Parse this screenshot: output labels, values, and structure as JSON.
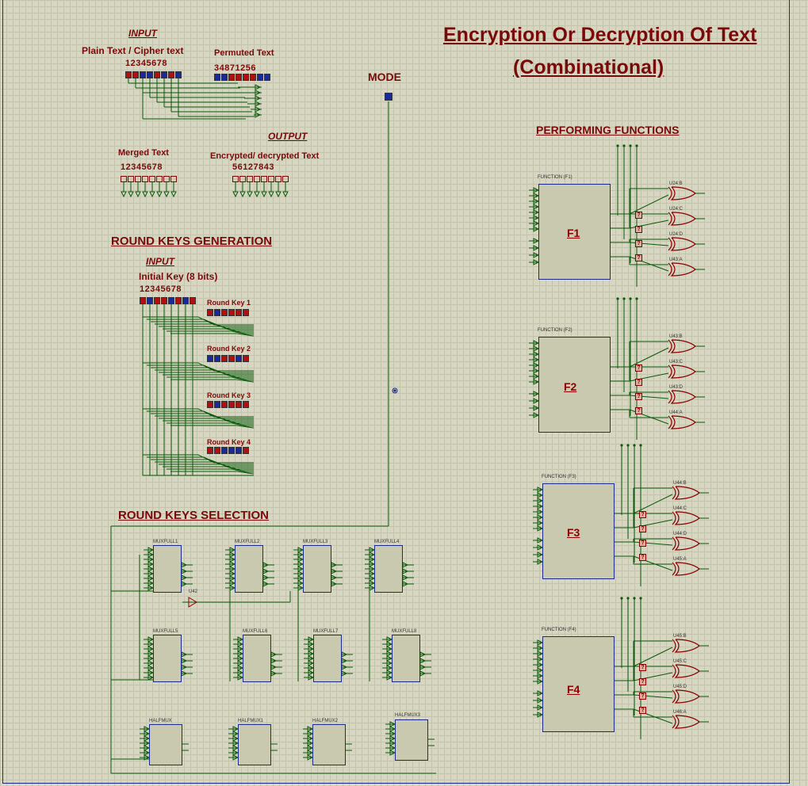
{
  "title": {
    "line1": "Encryption Or Decryption Of Text",
    "line2": "(Combinational)"
  },
  "input_section": {
    "heading": "INPUT",
    "plain_label": "Plain Text / Cipher text",
    "plain_digits": "12345678",
    "permuted_label": "Permuted Text",
    "permuted_digits": "34871256"
  },
  "output_section": {
    "heading": "OUTPUT",
    "merged_label": "Merged Text",
    "merged_digits": "12345678",
    "encrypted_label": "Encrypted/ decrypted Text",
    "encrypted_digits": "56127843"
  },
  "mode": {
    "label": "MODE"
  },
  "round_keys_generation": {
    "heading": "ROUND KEYS GENERATION",
    "input_heading": "INPUT",
    "initial_key_label": "Initial Key (8 bits)",
    "key_digits": "12345678",
    "round_keys": [
      "Round Key 1",
      "Round Key 2",
      "Round Key 3",
      "Round Key 4"
    ]
  },
  "round_keys_selection": {
    "heading": "ROUND KEYS SELECTION",
    "muxes_row1": [
      "MUXFULL1",
      "MUXFULL2",
      "MUXFULL3",
      "MUXFULL4"
    ],
    "muxes_row2": [
      "MUXFULL5",
      "MUXFULL6",
      "MUXFULL7",
      "MUXFULL8"
    ],
    "halfmuxes": [
      "HALFMUX",
      "HALFMUX1",
      "HALFMUX2",
      "HALFMUX3"
    ],
    "buffer_label": "U42"
  },
  "performing_functions": {
    "heading": "PERFORMING FUNCTIONS",
    "blocks": [
      {
        "caption": "FUNCTION (F1)",
        "name": "F1",
        "gates": [
          "U24:B",
          "U24:C",
          "U24:D",
          "U43:A"
        ]
      },
      {
        "caption": "FUNCTION (F2)",
        "name": "F2",
        "gates": [
          "U43:B",
          "U43:C",
          "U43:D",
          "U44:A"
        ]
      },
      {
        "caption": "FUNCTION (F3)",
        "name": "F3",
        "gates": [
          "U44:B",
          "U44:C",
          "U44:D",
          "U45:A"
        ]
      },
      {
        "caption": "FUNCTION (F4)",
        "name": "F4",
        "gates": [
          "U45:B",
          "U45:C",
          "U45:D",
          "U46:A"
        ]
      }
    ],
    "probe_symbol": "?"
  }
}
